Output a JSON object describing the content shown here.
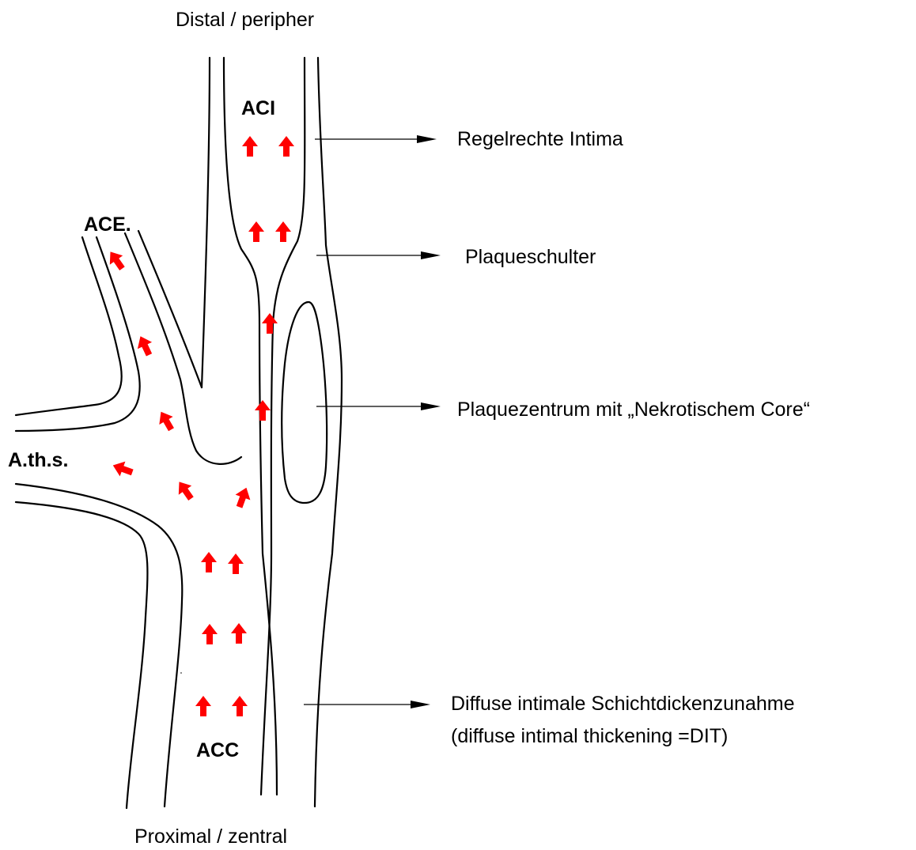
{
  "orientation": {
    "top": "Distal / peripher",
    "bottom": "Proximal / zentral"
  },
  "vessels": {
    "aci": "ACI",
    "ace": "ACE.",
    "aths": "A.th.s.",
    "acc": "ACC"
  },
  "annotations": {
    "intima": "Regelrechte Intima",
    "shoulder": "Plaqueschulter",
    "core": "Plaquezentrum mit „Nekrotischem Core“",
    "dit_line1": "Diffuse intimale Schichtdickenzunahme",
    "dit_line2": "(diffuse intimal thickening =DIT)"
  },
  "colors": {
    "flow_arrow": "#ff0000",
    "line": "#000000"
  },
  "icons": {
    "flow": "red-flow-arrow-icon",
    "pointer": "black-arrowhead-icon"
  }
}
